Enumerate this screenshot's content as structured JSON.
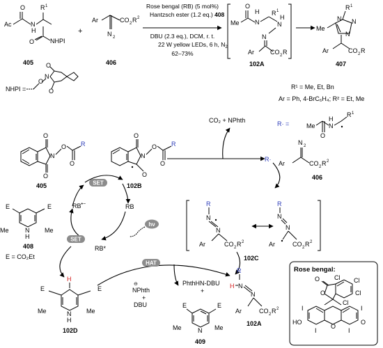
{
  "top": {
    "c405": "405",
    "c406": "406",
    "c102A": "102A",
    "c407": "407",
    "ac": "Ac",
    "r1": "R",
    "r1sup": "1",
    "nhpi": "NHPI",
    "nh": "N",
    "h": "H",
    "o": "O",
    "ar": "Ar",
    "co2r2": "CO",
    "co2r2sub": "2",
    "r2": "R",
    "r2sup": "2",
    "n2": "N",
    "n2sub": "2",
    "plus": "+",
    "me": "Me",
    "n": "N"
  },
  "conditions": {
    "line1": "Rose bengal (RB) (5 mol%)",
    "line2a": "Hantzsch ester (1.2 eq.) ",
    "line2b": "408",
    "line3": "DBU (2.3 eq.), DCM, r. t.",
    "line4": "22 W yellow LEDs, 6 h, N",
    "line4sub": "2",
    "line5": "62–73%"
  },
  "defs": {
    "nhpi_def": "NHPI =",
    "r1_def": "R¹ = Me, Et, Bn",
    "ar_def": "Ar = Ph, 4-BrC₆H₄; R² = Et, Me",
    "rdot_def": "R· =",
    "co2": "CO₂ + ",
    "nphth": "NPhth"
  },
  "cycle": {
    "c405": "405",
    "c102B": "102B",
    "c406": "406",
    "c102C": "102C",
    "c408": "408",
    "c102D": "102D",
    "c409": "409",
    "c102A": "102A",
    "set1": "SET",
    "set2": "SET",
    "hat": "HAT",
    "hv": "hν",
    "rb_minus": "RB",
    "rb": "RB",
    "rb_star": "RB*",
    "rdot": "R·",
    "e_def": "E = CO₂Et",
    "nphth_dbu1": "NPhth",
    "nphth_dbu2": "+",
    "nphth_dbu3": "DBU",
    "phth_dbu1": "PhthHN-DBU",
    "phth_dbu2": "+",
    "e": "E",
    "me": "Me",
    "n": "N",
    "h": "H",
    "r": "R",
    "ar": "Ar",
    "o": "O"
  },
  "rose_bengal": {
    "title": "Rose bengal:",
    "cl": "Cl",
    "i": "I",
    "ho": "HO",
    "o": "O"
  }
}
